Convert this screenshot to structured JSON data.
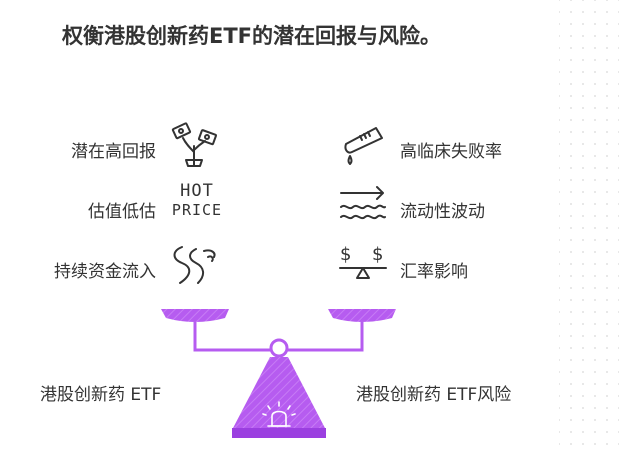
{
  "title": "权衡港股创新药ETF的潜在回报与风险。",
  "returns": {
    "items": [
      {
        "label": "潜在高回报",
        "icon": "money-plant-icon"
      },
      {
        "label": "估值低估",
        "icon": "hot-price-icon"
      },
      {
        "label": "持续资金流入",
        "icon": "river-flow-icon"
      }
    ],
    "hot_price_line1": "HOT",
    "hot_price_line2": "PRICE",
    "side_label": "港股创新药 ETF"
  },
  "risks": {
    "items": [
      {
        "label": "高临床失败率",
        "icon": "test-tube-drip-icon"
      },
      {
        "label": "流动性波动",
        "icon": "wave-arrow-icon"
      },
      {
        "label": "汇率影响",
        "icon": "currency-scale-icon"
      }
    ],
    "currency_left": "$",
    "currency_right": "$",
    "side_label": "港股创新药 ETF风险"
  },
  "colors": {
    "accent": "#b65cf0",
    "accent_dark": "#9b3fe0",
    "text": "#333333",
    "icon_stroke": "#333333"
  }
}
